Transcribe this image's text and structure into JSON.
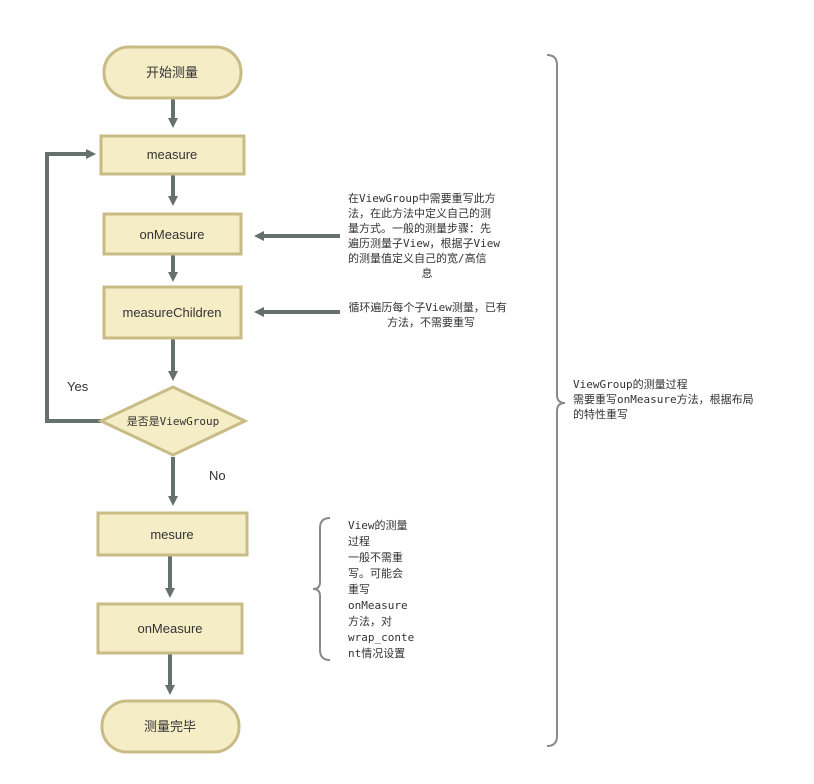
{
  "colors": {
    "node_fill": "#f5edc6",
    "node_stroke": "#c8bb86",
    "arrow": "#66716e",
    "bracket": "#8a8a8a"
  },
  "nodes": {
    "start": "开始测量",
    "measure": "measure",
    "onmeasure_group": "onMeasure",
    "measure_children": "measureChildren",
    "decision": "是否是ViewGroup",
    "mesure_view": "mesure",
    "onmeasure_view": "onMeasure",
    "end": "测量完毕"
  },
  "edge_labels": {
    "yes": "Yes",
    "no": "No"
  },
  "notes": {
    "onmeasure_note": [
      "在ViewGroup中需要重写此方",
      "法，在此方法中定义自己的测",
      "量方式。一般的测量步骤：先",
      "遍历测量子View，根据子View",
      "的测量值定义自己的宽/高信",
      "息"
    ],
    "measure_children_note": [
      "循环遍历每个子View测量，已有",
      "方法，不需要重写"
    ],
    "view_note": [
      "View的测量",
      "过程",
      "一般不需重",
      "写。可能会",
      "重写",
      "onMeasure",
      "方法，对",
      "wrap_conte",
      "nt情况设置"
    ],
    "viewgroup_note": [
      "ViewGroup的测量过程",
      "需要重写onMeasure方法，根据布局",
      "的特性重写"
    ]
  }
}
